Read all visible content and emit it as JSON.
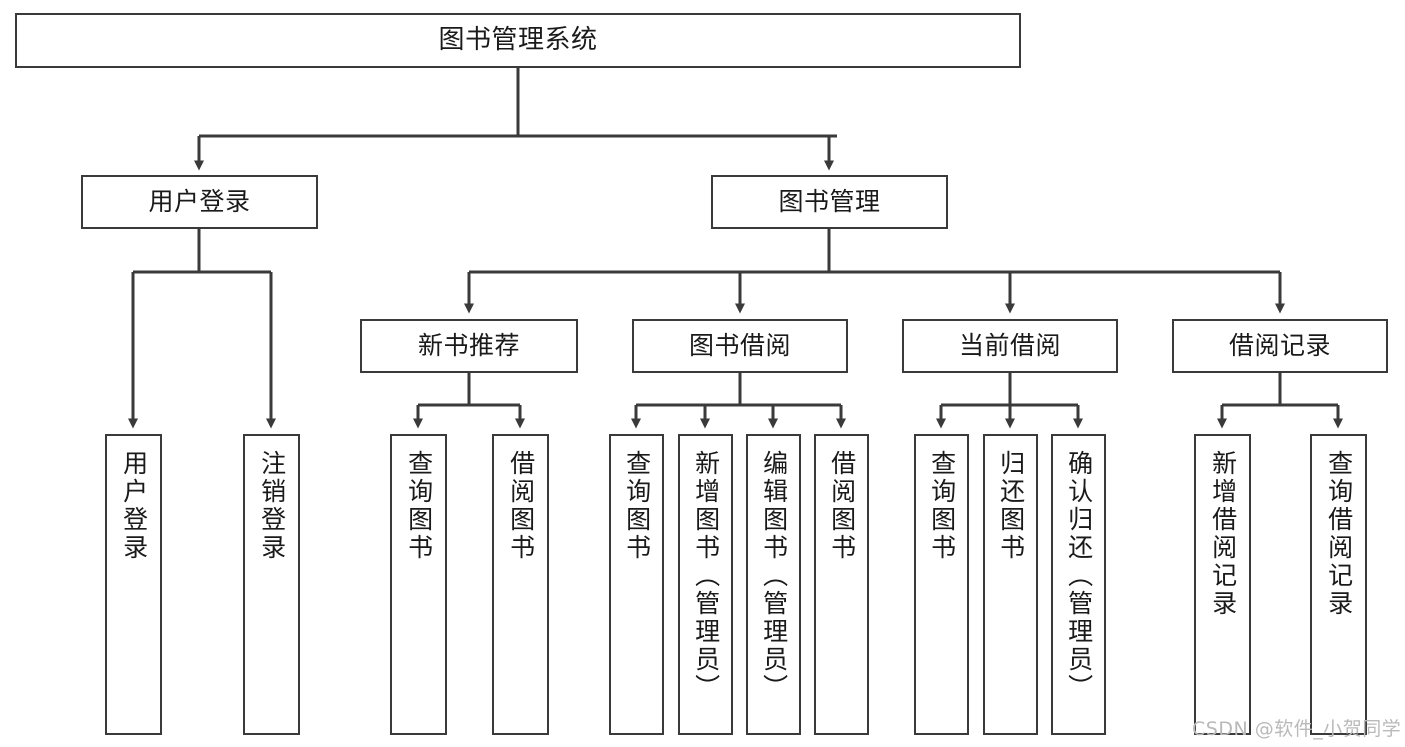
{
  "diagram": {
    "title_node": {
      "label": "图书管理系统"
    },
    "level1": [
      {
        "id": "user-login",
        "label": "用户登录"
      },
      {
        "id": "book-management",
        "label": "图书管理"
      }
    ],
    "level2": [
      {
        "id": "new-book-recommend",
        "label": "新书推荐",
        "parent": "book-management"
      },
      {
        "id": "book-borrow",
        "label": "图书借阅",
        "parent": "book-management"
      },
      {
        "id": "current-borrow",
        "label": "当前借阅",
        "parent": "book-management"
      },
      {
        "id": "borrow-record",
        "label": "借阅记录",
        "parent": "book-management"
      }
    ],
    "leaves": [
      {
        "id": "leaf-user-login",
        "label": "用户登录",
        "parent": "user-login"
      },
      {
        "id": "leaf-logout",
        "label": "注销登录",
        "parent": "user-login"
      },
      {
        "id": "leaf-query-book-1",
        "label": "查询图书",
        "parent": "new-book-recommend"
      },
      {
        "id": "leaf-borrow-book-1",
        "label": "借阅图书",
        "parent": "new-book-recommend"
      },
      {
        "id": "leaf-query-book-2",
        "label": "查询图书",
        "parent": "book-borrow"
      },
      {
        "id": "leaf-add-book",
        "label": "新增图书（管理员）",
        "parent": "book-borrow"
      },
      {
        "id": "leaf-edit-book",
        "label": "编辑图书（管理员）",
        "parent": "book-borrow"
      },
      {
        "id": "leaf-borrow-book-2",
        "label": "借阅图书",
        "parent": "book-borrow"
      },
      {
        "id": "leaf-query-book-3",
        "label": "查询图书",
        "parent": "current-borrow"
      },
      {
        "id": "leaf-return-book",
        "label": "归还图书",
        "parent": "current-borrow"
      },
      {
        "id": "leaf-confirm-return",
        "label": "确认归还（管理员）",
        "parent": "current-borrow"
      },
      {
        "id": "leaf-add-record",
        "label": "新增借阅记录",
        "parent": "borrow-record"
      },
      {
        "id": "leaf-query-record",
        "label": "查询借阅记录",
        "parent": "borrow-record"
      }
    ]
  },
  "watermark": {
    "text": "CSDN @软件_小贺同学"
  },
  "colors": {
    "stroke": "#3a3a3a",
    "background": "#ffffff",
    "text": "#1a1a1a",
    "watermark": "#b9b9b9"
  }
}
